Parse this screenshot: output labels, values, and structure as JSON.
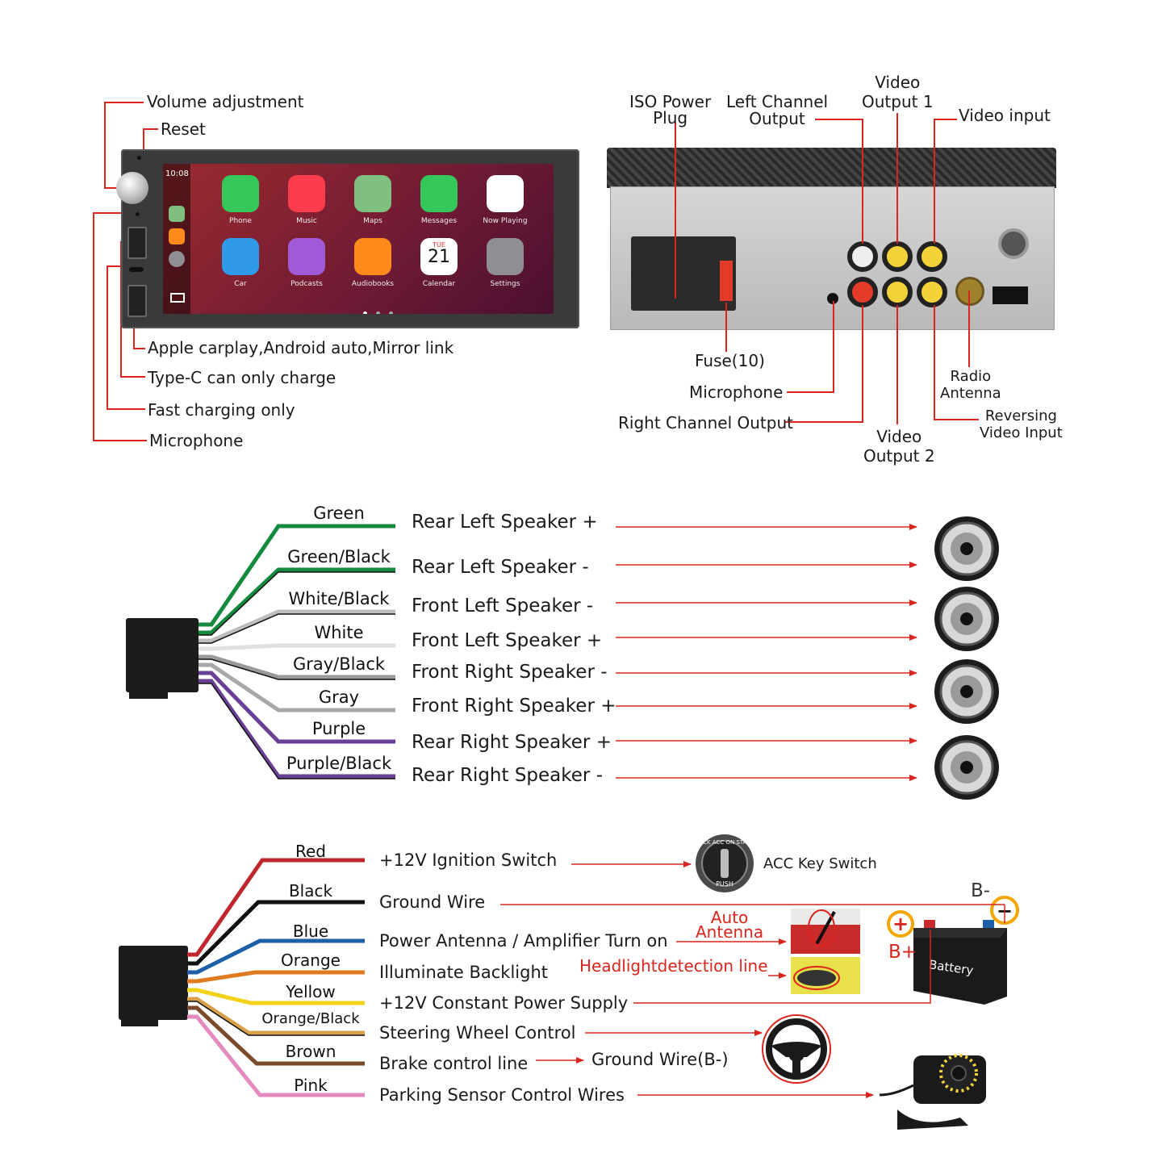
{
  "head_unit": {
    "callouts": {
      "volume": "Volume adjustment",
      "reset": "Reset",
      "carplay": "Apple carplay,Android auto,Mirror link",
      "typec": "Type-C can only charge",
      "fast_charge": "Fast charging only",
      "microphone": "Microphone"
    },
    "screen": {
      "time": "10:08",
      "calendar_day": "TUE",
      "calendar_date": "21",
      "apps": [
        {
          "name": "Phone",
          "icon": "phone-icon",
          "color": "#34c759"
        },
        {
          "name": "Music",
          "icon": "music-icon",
          "color": "#fa3c4c"
        },
        {
          "name": "Maps",
          "icon": "maps-icon",
          "color": "#7fbf7f"
        },
        {
          "name": "Messages",
          "icon": "messages-icon",
          "color": "#34c759"
        },
        {
          "name": "Now Playing",
          "icon": "now-playing-icon",
          "color": "#ffffff"
        },
        {
          "name": "Car",
          "icon": "car-home-icon",
          "color": "#2f9be8"
        },
        {
          "name": "Podcasts",
          "icon": "podcasts-icon",
          "color": "#a05ad8"
        },
        {
          "name": "Audiobooks",
          "icon": "audiobooks-icon",
          "color": "#ff8a1c"
        },
        {
          "name": "Calendar",
          "icon": "calendar-icon",
          "color": "#ffffff"
        },
        {
          "name": "Settings",
          "icon": "settings-icon",
          "color": "#8e8e93"
        }
      ]
    }
  },
  "rear_panel": {
    "labels": {
      "iso_power": "ISO Power\nPlug",
      "left_channel": "Left Channel\nOutput",
      "video_output_1": "Video\nOutput 1",
      "video_input": "Video input",
      "fuse": "Fuse(10)",
      "microphone": "Microphone",
      "right_channel": "Right Channel Output",
      "video_output_2": "Video\nOutput 2",
      "radio_antenna": "Radio\nAntenna",
      "reversing_video": "Reversing\nVideo Input"
    }
  },
  "speaker_wiring": {
    "wires": [
      {
        "color_name": "Green",
        "function": "Rear Left Speaker +",
        "hex": "#138a3c"
      },
      {
        "color_name": "Green/Black",
        "function": "Rear Left Speaker -",
        "hex": "#138a3c"
      },
      {
        "color_name": "White/Black",
        "function": "Front Left Speaker -",
        "hex": "#bdbdbd"
      },
      {
        "color_name": "White",
        "function": "Front Left Speaker +",
        "hex": "#e0e0e0"
      },
      {
        "color_name": "Gray/Black",
        "function": "Front Right Speaker -",
        "hex": "#9a9a9a"
      },
      {
        "color_name": "Gray",
        "function": "Front Right Speaker +",
        "hex": "#a8a8a8"
      },
      {
        "color_name": "Purple",
        "function": "Rear Right Speaker +",
        "hex": "#6a3f96"
      },
      {
        "color_name": "Purple/Black",
        "function": "Rear Right Speaker -",
        "hex": "#6a3f96"
      }
    ]
  },
  "power_wiring": {
    "wires": [
      {
        "color_name": "Red",
        "function": "+12V Ignition Switch",
        "hex": "#c0262d"
      },
      {
        "color_name": "Black",
        "function": "Ground Wire",
        "hex": "#111111"
      },
      {
        "color_name": "Blue",
        "function": "Power Antenna / Amplifier Turn on",
        "hex": "#1d5fa8"
      },
      {
        "color_name": "Orange",
        "function": "Illuminate Backlight",
        "hex": "#e07a1f"
      },
      {
        "color_name": "Yellow",
        "function": "+12V Constant Power Supply",
        "hex": "#f2d21b"
      },
      {
        "color_name": "Orange/Black",
        "function": "Steering Wheel Control",
        "hex": "#d9a04a"
      },
      {
        "color_name": "Brown",
        "function": "Brake control line",
        "hex": "#7a4a2a"
      },
      {
        "color_name": "Pink",
        "function": "Parking Sensor Control Wires",
        "hex": "#e58ac0"
      }
    ],
    "acc_key_switch": "ACC Key Switch",
    "acc_ring_text": "LOCK ACC ON START",
    "acc_push": "PUSH",
    "b_minus": "B-",
    "b_plus": "B+",
    "battery": "Battery",
    "auto_antenna": "Auto\nAntenna",
    "headlight_line": "Headlightdetection line",
    "ground_b": "Ground Wire(B-)",
    "minus_sign": "−",
    "plus_sign": "+"
  },
  "colors": {
    "arrow": "#d9251d",
    "callout_line": "#d9251d",
    "screen_bg": "#7a1d2c"
  }
}
